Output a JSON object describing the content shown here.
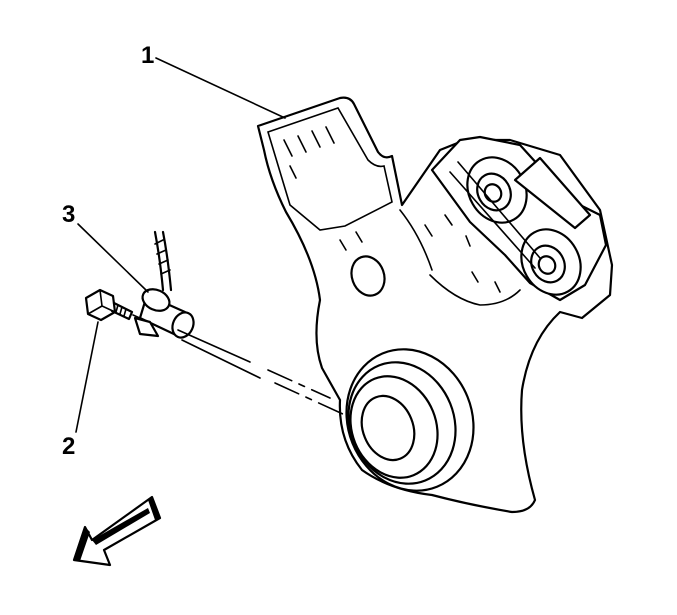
{
  "callouts": [
    {
      "number": "1",
      "part": "housing"
    },
    {
      "number": "2",
      "part": "bolt"
    },
    {
      "number": "3",
      "part": "sensor"
    }
  ],
  "icons": [
    "front-direction-arrow-icon"
  ],
  "colors": {
    "ink": "#000000",
    "background": "#ffffff"
  }
}
